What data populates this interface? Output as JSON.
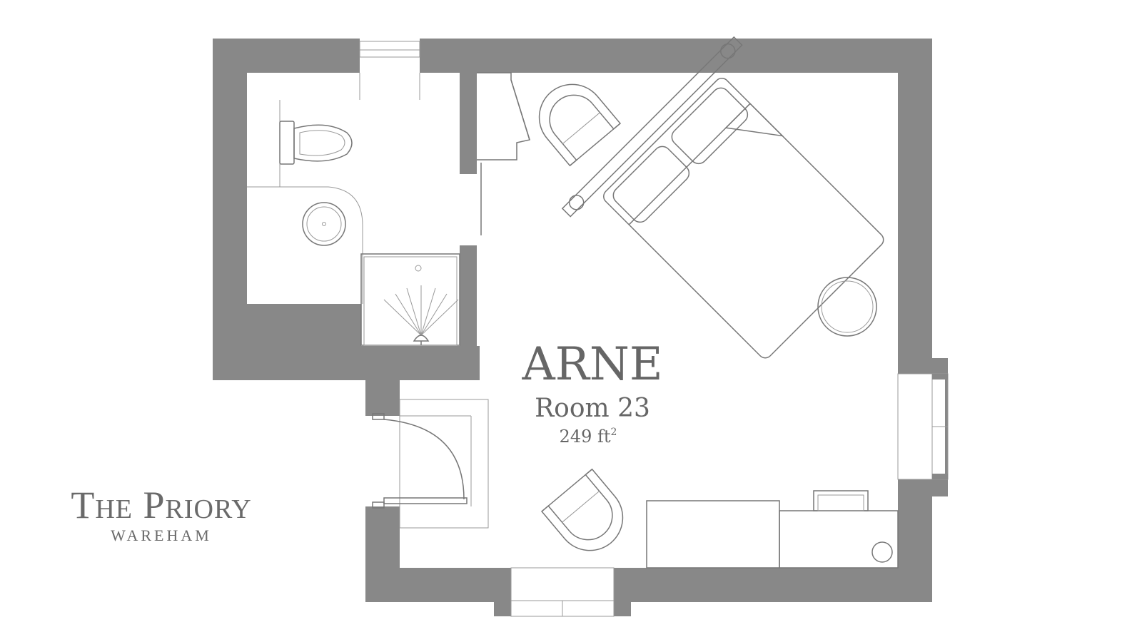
{
  "room": {
    "name": "ARNE",
    "number": "Room 23",
    "area_value": "249 ft",
    "area_unit_sup": "2"
  },
  "brand": {
    "name": "The Priory",
    "location": "Wareham"
  }
}
